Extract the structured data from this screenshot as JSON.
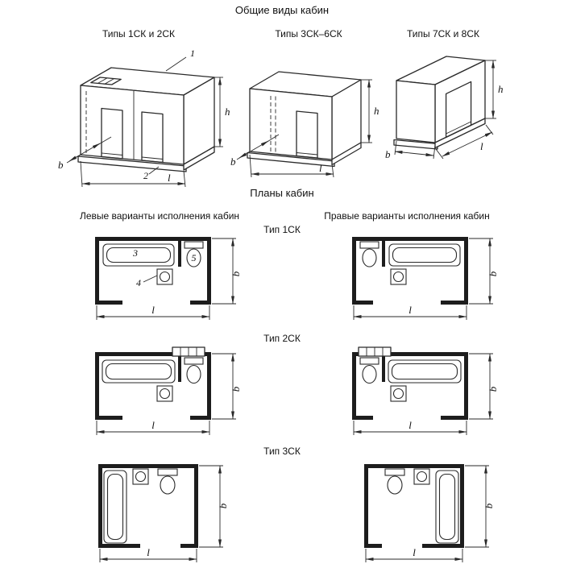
{
  "titles": {
    "main": "Общие виды кабин",
    "plans": "Планы кабин",
    "left_variants": "Левые варианты исполнения кабин",
    "right_variants": "Правые варианты исполнения кабин"
  },
  "iso_views": [
    {
      "label": "Типы 1СК и 2СК"
    },
    {
      "label": "Типы 3СК–6СК"
    },
    {
      "label": "Типы 7СК и 8СК"
    }
  ],
  "plan_rows": [
    {
      "label": "Тип 1СК"
    },
    {
      "label": "Тип 2СК"
    },
    {
      "label": "Тип 3СК"
    }
  ],
  "dimensions": {
    "width": "b",
    "length": "l",
    "height": "h"
  },
  "callouts": {
    "ceiling_panel": "1",
    "floor_panel": "2",
    "bath": "3",
    "washbasin": "4",
    "toilet": "5"
  }
}
